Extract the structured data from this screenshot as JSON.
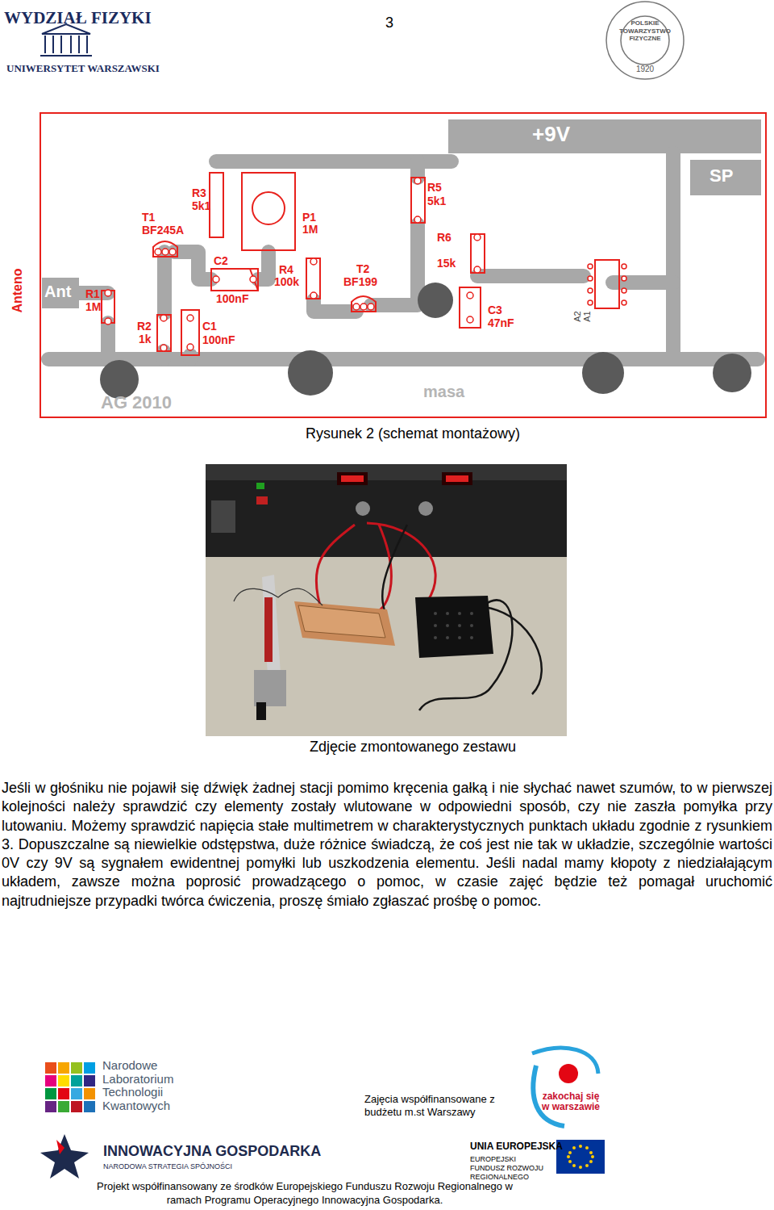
{
  "diagram": {
    "caption": "Rysunek 2 (schemat montażowy)",
    "labels": [
      "3",
      "WYDZIAŁ FIZYKI",
      "UNIWERSYTET WARSZAWSKI",
      "POLSKIE TOWARZYSTWO FIZYCZNE",
      "1920",
      "+9V",
      "SP",
      "Anteno",
      "Ant",
      "R1",
      "1M",
      "R2",
      "1k",
      "C1",
      "100nF",
      "T1",
      "BF245A",
      "R3",
      "5k1",
      "C2",
      "100nF",
      "P1",
      "1M",
      "R4",
      "100k",
      "T2",
      "BF199",
      "R5",
      "5k1",
      "R6",
      "15k",
      "C3",
      "47nF",
      "A2",
      "A1",
      "AG 2010",
      "masa",
      "Zdjęcie zmontowanego zestawu",
      "Jeśli w głośniku nie pojawił się dźwięk żadnej stacji pomimo kręcenia gałką i nie słychać nawet szumów, to w pierwszej kolejności należy sprawdzić czy elementy zostały wlutowane w odpowiedni sposób, czy nie zaszła pomyłka przy lutowaniu. Możemy sprawdzić napięcia stałe multimetrem w charakterystycznych punktach układu zgodnie z rysunkiem 3. Dopuszczalne są niewielkie odstępstwa, duże różnice świadczą, że coś jest nie tak w układzie, szczególnie wartości 0V czy 9V są sygnałem ewidentnej pomyłki lub uszkodzenia elementu. Jeśli nadal mamy kłopoty z niedziałającym układem, zawsze można poprosić prowadzącego o pomoc, w czasie zajęć będzie też pomagał uruchomić najtrudniejsze przypadki twórca ćwiczenia, proszę śmiało zgłaszać prośbę o pomoc.",
      "Narodowe Laboratorium Technologii Kwantowych",
      "Zajęcia współfinansowane z budżetu m.st Warszawy",
      "zakochaj się w warszawie",
      "INNOWACYJNA GOSPODARKA",
      "NARODOWA STRATEGIA SPÓJNOŚCI",
      "UNIA EUROPEJSKA",
      "EUROPEJSKI FUNDUSZ ROZWOJU REGIONALNEGO",
      "Projekt współfinansowany ze środków Europejskiego Funduszu Rozwoju Regionalnego w ramach Programu Operacyjnego Innowacyjna Gospodarka."
    ]
  }
}
